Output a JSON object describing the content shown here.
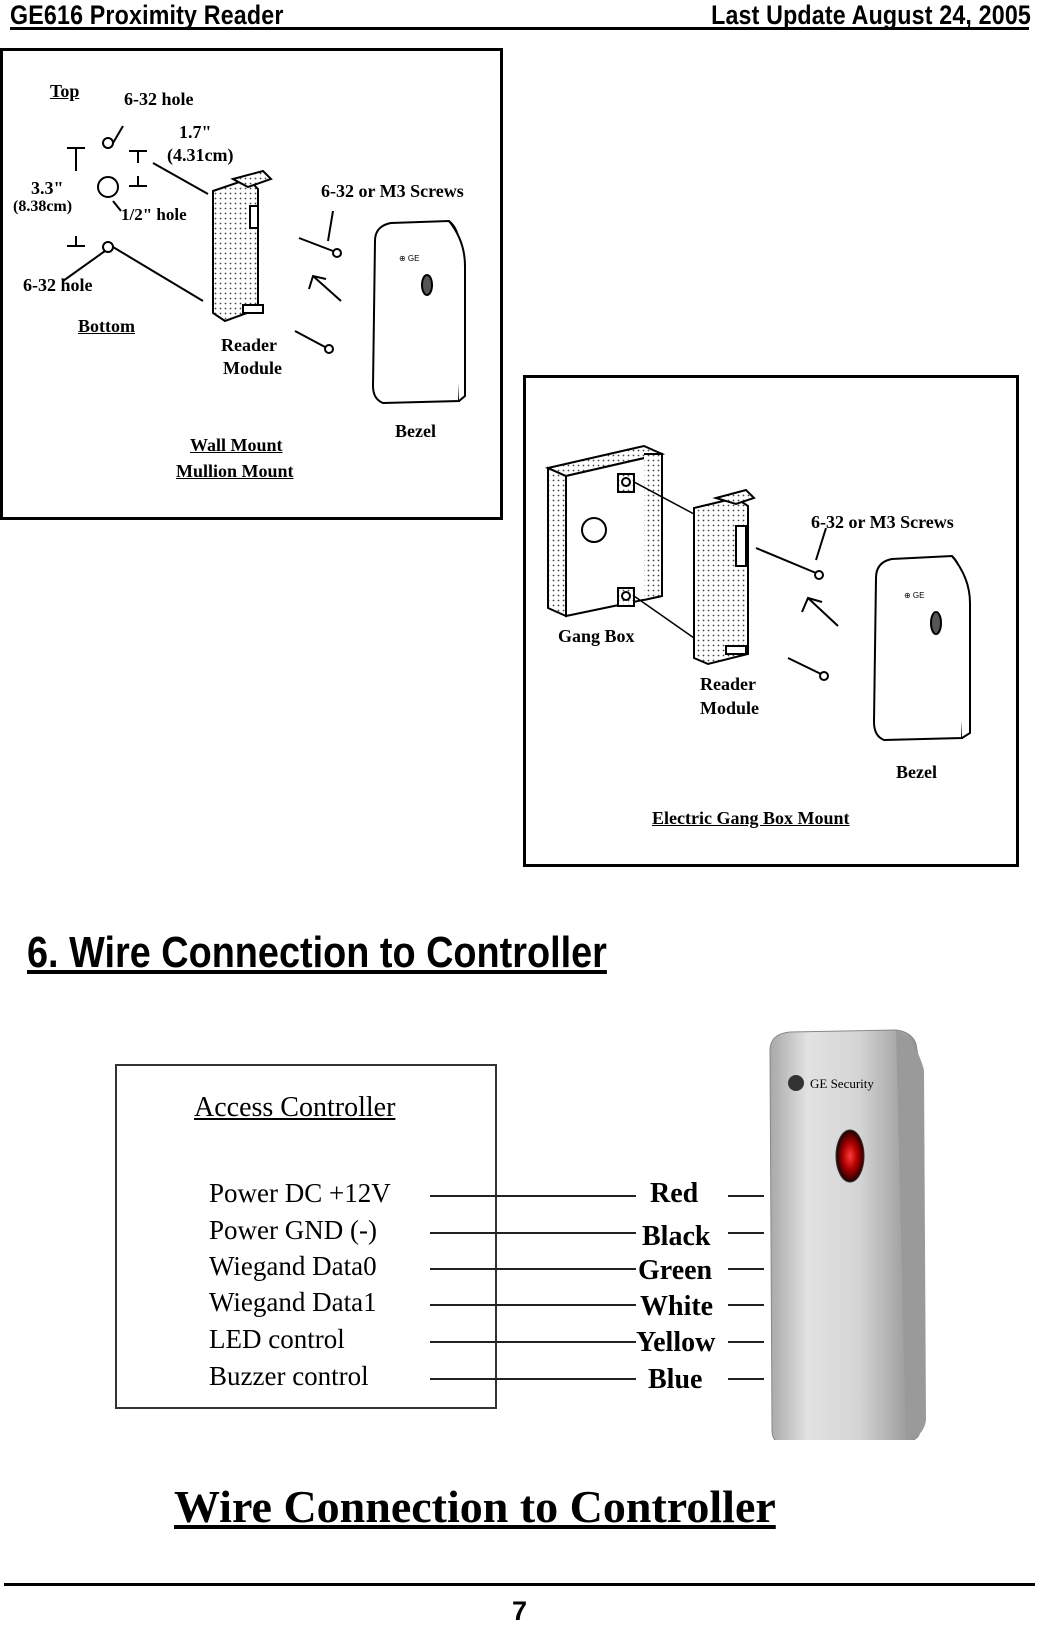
{
  "header": {
    "title": "GE616 Proximity Reader",
    "update": "Last Update August 24, 2005"
  },
  "wall_mount": {
    "top": "Top",
    "hole_top": "6-32 hole",
    "width_in": "1.7\"",
    "width_cm": "(4.31cm)",
    "height_in": "3.3\"",
    "height_cm": "(8.38cm)",
    "half_hole": "1/2\" hole",
    "hole_bottom": "6-32 hole",
    "bottom": "Bottom",
    "screws": "6-32 or M3 Screws",
    "reader": "Reader",
    "module": "Module",
    "bezel": "Bezel",
    "caption1": "Wall Mount",
    "caption2": "Mullion Mount"
  },
  "gang_mount": {
    "screws": "6-32 or M3 Screws",
    "gang_box": "Gang Box",
    "reader": "Reader",
    "module": "Module",
    "bezel": "Bezel",
    "caption": "Electric Gang Box Mount"
  },
  "section": {
    "title": "6. Wire Connection to Controller"
  },
  "wiring": {
    "controller_title": "Access Controller",
    "brand": "GE Security",
    "connections": [
      {
        "signal": "Power DC +12V",
        "color": "Red"
      },
      {
        "signal": "Power GND (-)",
        "color": "Black"
      },
      {
        "signal": "Wiegand Data0",
        "color": "Green"
      },
      {
        "signal": "Wiegand Data1",
        "color": "White"
      },
      {
        "signal": "LED control",
        "color": "Yellow"
      },
      {
        "signal": "Buzzer control",
        "color": "Blue"
      }
    ],
    "caption": "Wire Connection to Controller"
  },
  "footer": {
    "page": "7"
  }
}
